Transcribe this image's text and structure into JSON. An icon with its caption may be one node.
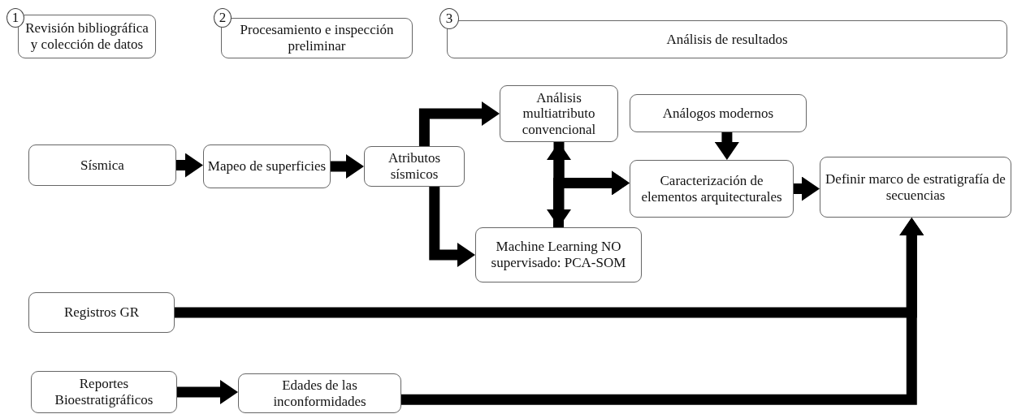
{
  "diagram": {
    "nodes": [
      {
        "text": [
          "1"
        ]
      },
      {
        "text": [
          "Revisión bibliográfica y colección de datos"
        ]
      },
      {
        "text": [
          "2"
        ]
      },
      {
        "text": [
          "Procesamiento e inspección preliminar"
        ]
      },
      {
        "text": [
          "3"
        ]
      },
      {
        "text": [
          "Análisis de resultados"
        ]
      },
      {
        "text": [
          "Sísmica"
        ]
      },
      {
        "text": [
          "Mapeo de superficies"
        ]
      },
      {
        "text": [
          "Atributos sísmicos"
        ]
      },
      {
        "text": [
          "Análisis multiatributo convencional"
        ]
      },
      {
        "text": [
          "Análogos modernos"
        ]
      },
      {
        "text": [
          "Machine Learning NO supervisado: PCA-SOM"
        ]
      },
      {
        "text": [
          "Caracterización de elementos arquitecturales"
        ]
      },
      {
        "text": [
          "Definir marco de estratigrafía de secuencias"
        ]
      },
      {
        "text": [
          "Registros GR"
        ]
      },
      {
        "text": [
          "Reportes Bioestratigráficos"
        ]
      },
      {
        "text": [
          "Edades de las inconformidades"
        ]
      }
    ],
    "edges": [
      {
        "from": 6,
        "to": 7,
        "arrow": "to"
      },
      {
        "from": 7,
        "to": 8,
        "arrow": "to"
      },
      {
        "from": 8,
        "to": 9,
        "arrow": "to"
      },
      {
        "from": 8,
        "to": 11,
        "arrow": "to"
      },
      {
        "from": 9,
        "to": 11,
        "arrow": "both"
      },
      {
        "from": 9,
        "to": 12,
        "arrow": "to"
      },
      {
        "from": 11,
        "to": 12,
        "arrow": "to"
      },
      {
        "from": 10,
        "to": 12,
        "arrow": "to"
      },
      {
        "from": 12,
        "to": 13,
        "arrow": "to"
      },
      {
        "from": 14,
        "to": 13,
        "arrow": "to"
      },
      {
        "from": 15,
        "to": 16,
        "arrow": "to"
      },
      {
        "from": 16,
        "to": 13,
        "arrow": "to"
      }
    ]
  }
}
